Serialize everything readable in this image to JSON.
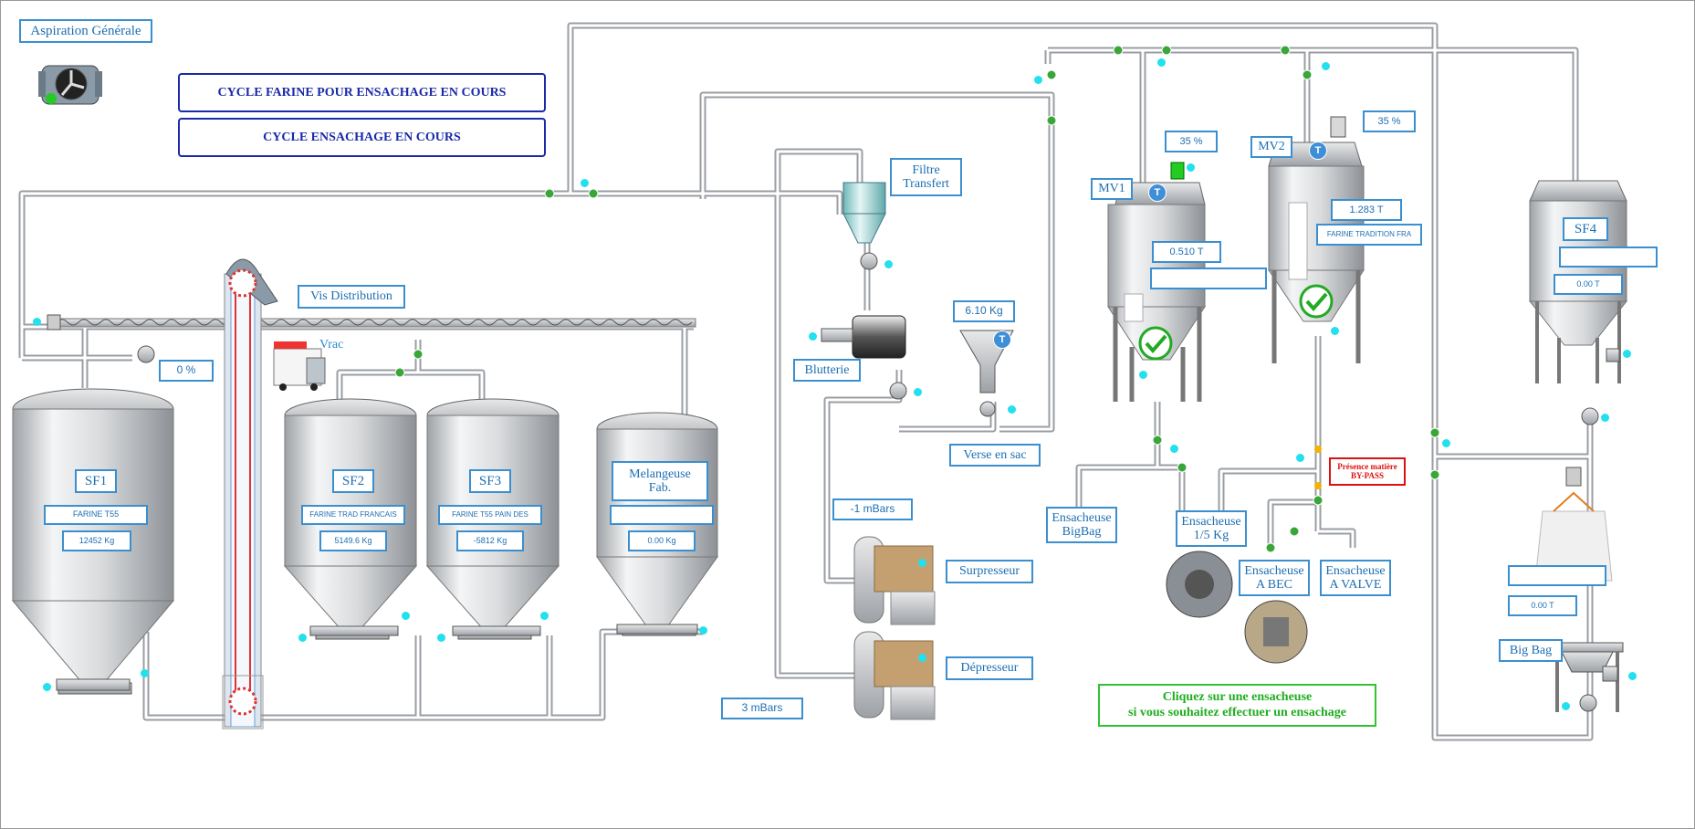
{
  "header": {
    "aspiration": "Aspiration Générale",
    "cycle1": "CYCLE FARINE POUR ENSACHAGE EN COURS",
    "cycle2": "CYCLE ENSACHAGE EN COURS"
  },
  "equipment": {
    "vis_distribution": "Vis Distribution",
    "vrac": "Vrac",
    "vrac_pct": "0  %",
    "filtre": "Filtre\nTransfert",
    "blutterie": "Blutterie",
    "verse_sac": "Verse en  sac",
    "verse_weight": "6.10  Kg",
    "surpresseur": "Surpresseur",
    "depresseur": "Dépresseur",
    "pressure_top": "-1   mBars",
    "pressure_bottom": "3   mBars"
  },
  "silos": {
    "sf1": {
      "name": "SF1",
      "product": "FARINE T55",
      "weight": "12452    Kg"
    },
    "sf2": {
      "name": "SF2",
      "product": "FARINE TRAD FRANCAIS",
      "weight": "5149.6    Kg"
    },
    "sf3": {
      "name": "SF3",
      "product": "FARINE T55 PAIN DES",
      "weight": "-5812    Kg"
    },
    "mel": {
      "name": "Melangeuse\nFab.",
      "product": "",
      "weight": "0.00      Kg"
    },
    "sf4": {
      "name": "SF4",
      "product": "",
      "weight": "0.00    T"
    }
  },
  "mixers": {
    "mv1": {
      "name": "MV1",
      "pct": "35 %",
      "weight": "0.510  T",
      "product": ""
    },
    "mv2": {
      "name": "MV2",
      "pct": "35 %",
      "weight": "1.283  T",
      "product": "FARINE TRADITION FRA"
    }
  },
  "baggers": {
    "bigbag": "Ensacheuse\nBigBag",
    "one_five": "Ensacheuse\n1/5 Kg",
    "a_bec": "Ensacheuse\nA BEC",
    "a_valve": "Ensacheuse\nA VALVE",
    "bypass": "Présence matière\nBY-PASS",
    "bigbag_station": "Big Bag",
    "bigbag_product": "",
    "bigbag_weight": "0.00     T",
    "hint": "Cliquez sur une ensacheuse\nsi vous souhaitez effectuer un ensachage"
  },
  "badges": {
    "t": "T"
  },
  "colors": {
    "pipe": "#b8bcc0",
    "label_border": "#3a8fd0",
    "cycle_border": "#1a2aa8",
    "alarm": "#dd1111",
    "ok_green": "#22aa22",
    "sensor": "#22e0ee"
  }
}
